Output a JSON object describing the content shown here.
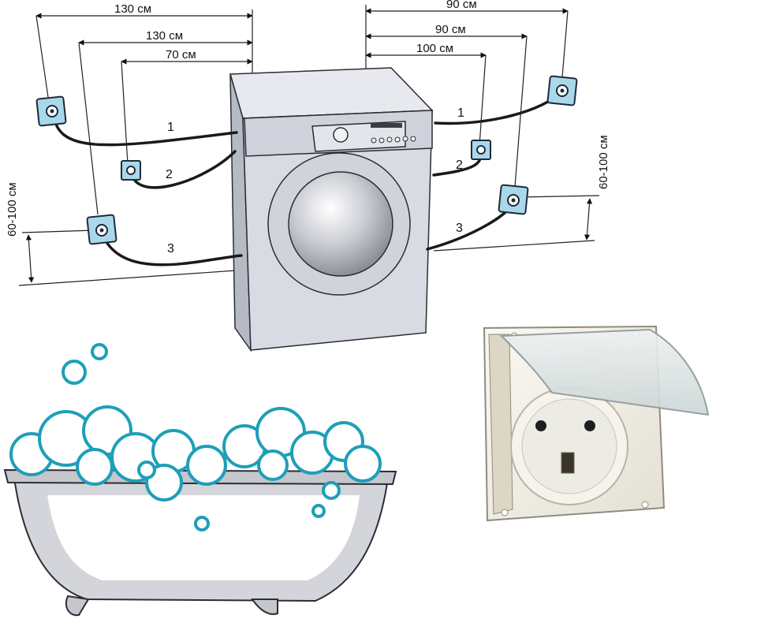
{
  "left_dimensions": {
    "width_1": "130 см",
    "width_2": "130 см",
    "width_3": "70 см",
    "height": "60-100 см"
  },
  "right_dimensions": {
    "width_1": "90 см",
    "width_2": "90 см",
    "width_3": "100 см",
    "height": "60-100 см"
  },
  "left_cables": {
    "c1": "1",
    "c2": "2",
    "c3": "3"
  },
  "right_cables": {
    "c1": "1",
    "c2": "2",
    "c3": "3"
  },
  "colors": {
    "socket_fill": "#a8d8ea",
    "socket_stroke": "#1e2a3a",
    "machine_body": "#d9dce3",
    "machine_shade": "#b9bdc8",
    "bath_body": "#d3d3d8",
    "foam_fill": "#ffffff",
    "foam_stroke": "#1e9fb8",
    "outlet_body": "#f3f1ea",
    "cable": "#222222"
  }
}
